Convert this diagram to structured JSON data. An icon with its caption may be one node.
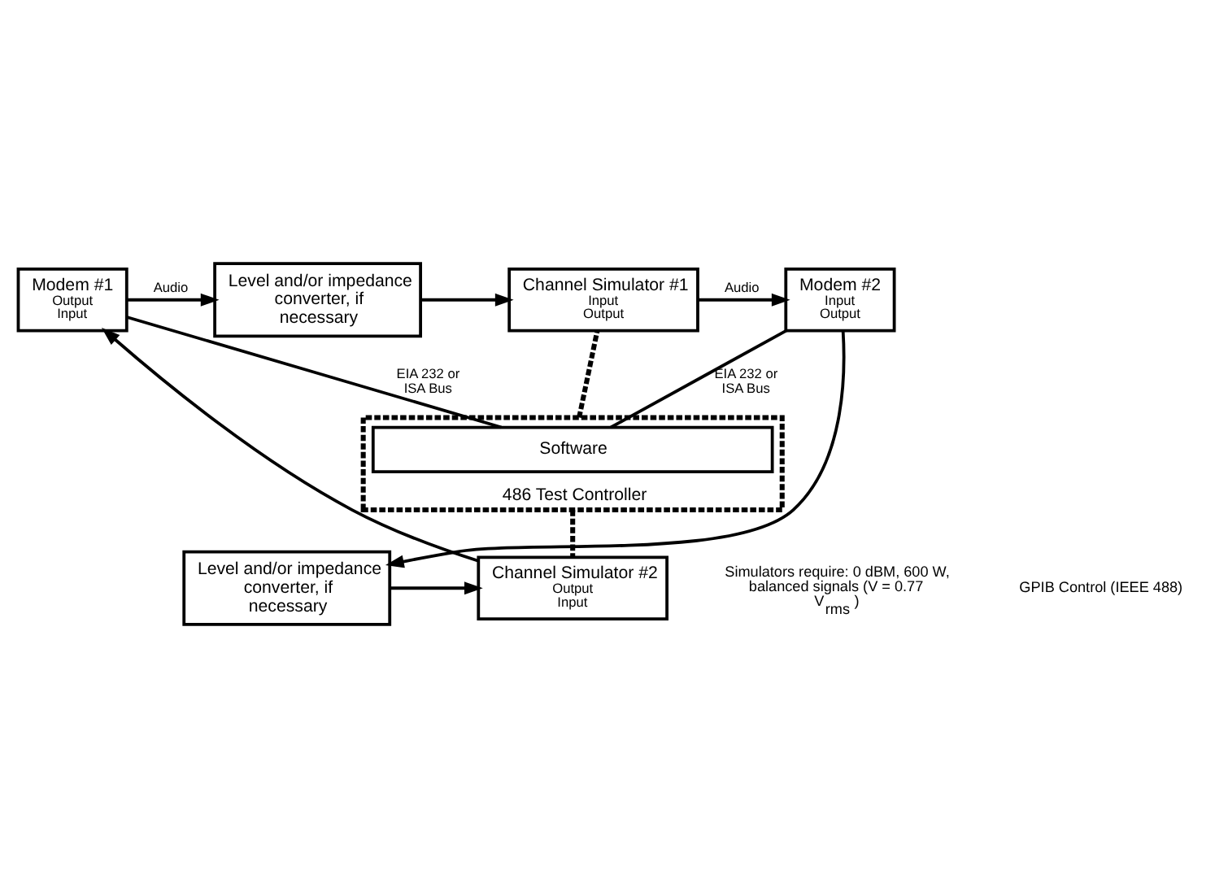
{
  "diagram": {
    "nodes": [
      {
        "text": [
          "Modem #1",
          "Output",
          "Input"
        ]
      },
      {
        "text": [
          "Level and/or impedance converter, if necessary"
        ]
      },
      {
        "text": [
          "Channel Simulator #1",
          "Input",
          "Output"
        ]
      },
      {
        "text": [
          "Modem #2",
          "Input",
          "Output"
        ]
      },
      {
        "text": [
          "Channel Simulator #2",
          "Output",
          "Input"
        ]
      },
      {
        "text": [
          "Level and/or impedance converter, if necessary"
        ]
      },
      {
        "text": [
          "486 Test Controller"
        ]
      },
      {
        "text": [
          "Software"
        ],
        "in": 6
      }
    ],
    "edges": [
      {
        "from": 0,
        "to": 1,
        "arrow": "to",
        "label": "Audio"
      },
      {
        "from": 1,
        "to": 2,
        "arrow": "to"
      },
      {
        "from": 2,
        "to": 3,
        "arrow": "to",
        "label": "Audio"
      },
      {
        "from": 3,
        "to": 5,
        "arrow": "to"
      },
      {
        "from": 5,
        "to": 4,
        "arrow": "to"
      },
      {
        "from": 4,
        "to": 0,
        "arrow": "to"
      },
      {
        "from": 0,
        "to": 7,
        "arrow": "none",
        "label": "EIA 232 or ISA Bus"
      },
      {
        "from": 3,
        "to": 7,
        "arrow": "none",
        "label": "EIA 232 or ISA Bus"
      },
      {
        "from": 6,
        "to": 2,
        "arrow": "none",
        "style": "dashed"
      },
      {
        "from": 6,
        "to": 4,
        "arrow": "none",
        "style": "dashed"
      }
    ],
    "labels": [
      "Simulators require: 0 dBM, 600 W, balanced signals (V = 0.77 V$_{rms}$ )",
      "GPIB Control (IEEE 488)"
    ]
  }
}
